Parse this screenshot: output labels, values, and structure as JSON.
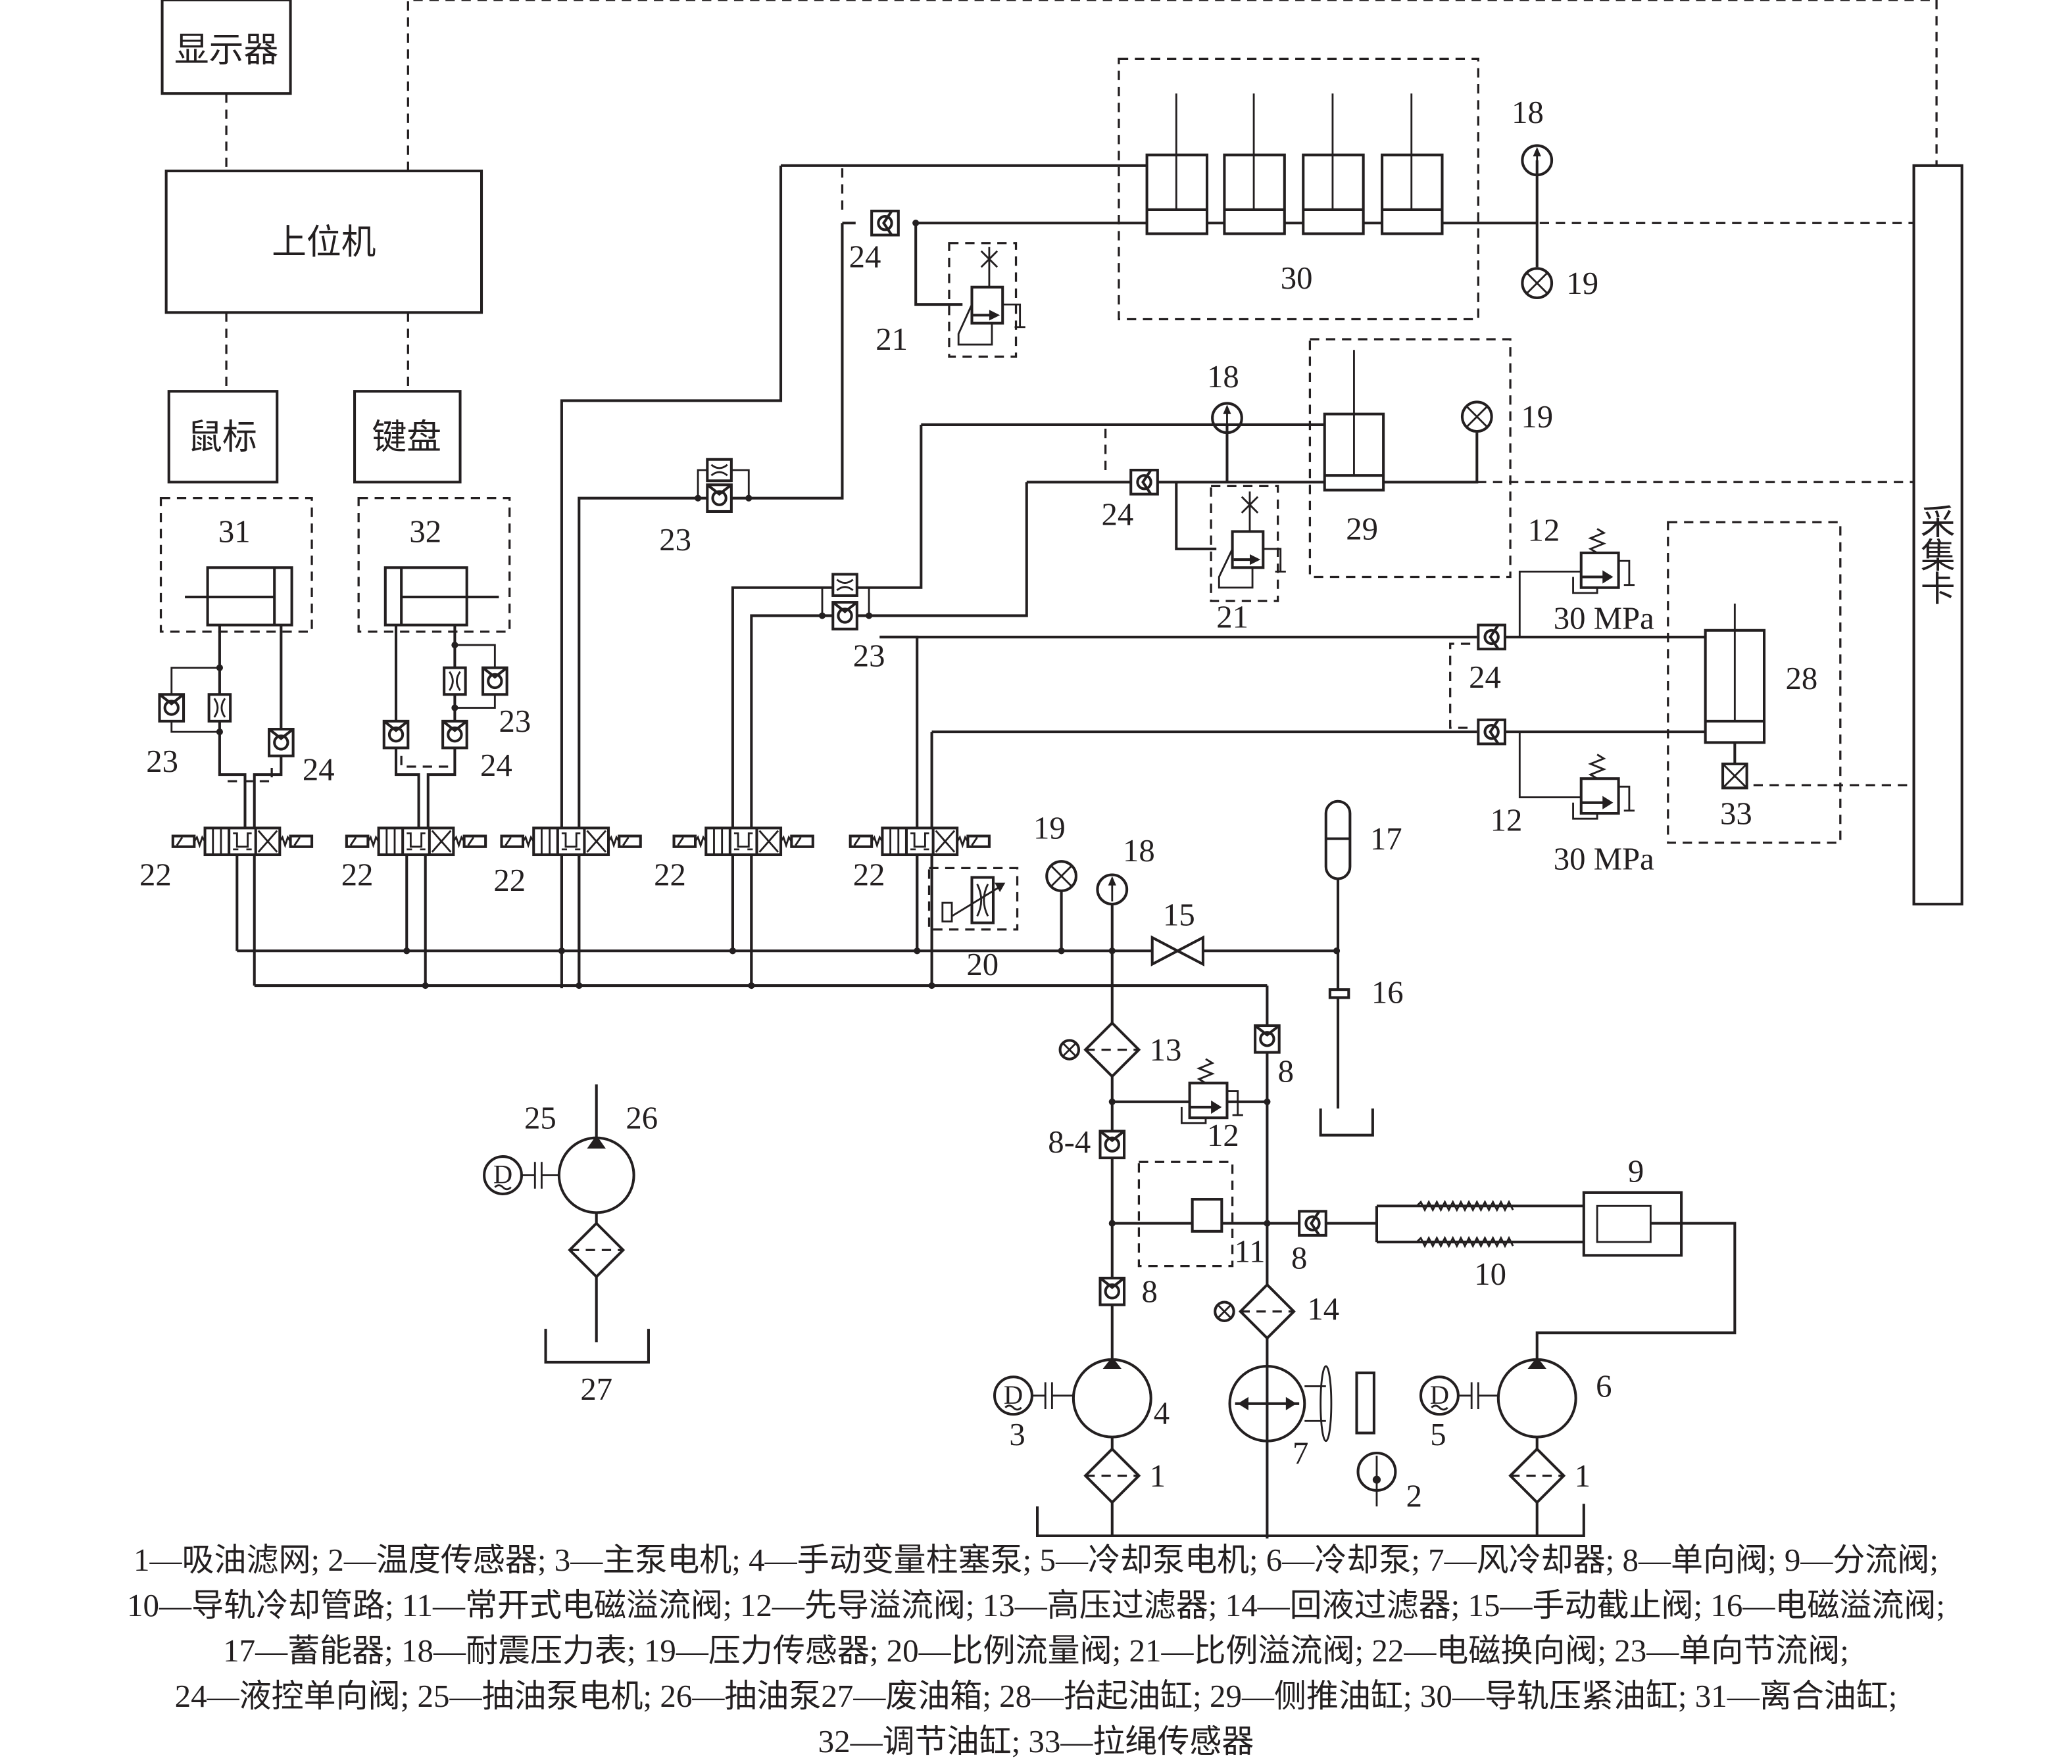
{
  "blocks": {
    "display": "显示器",
    "host_pc": "上位机",
    "mouse": "鼠标",
    "keyboard": "键盘",
    "daq_card": "采集卡"
  },
  "labels": {
    "c30": "30",
    "c29": "29",
    "c28": "28",
    "c31": "31",
    "c32": "32",
    "s33": "33",
    "g18": "18",
    "p19": "19",
    "v24": "24",
    "v21": "21",
    "v23": "23",
    "v22": "22",
    "v12": "12",
    "v20": "20",
    "v15": "15",
    "v16": "16",
    "a17": "17",
    "f13": "13",
    "f14": "14",
    "v8": "8",
    "v84": "8-4",
    "v11": "11",
    "d9": "9",
    "p10": "10",
    "m3": "3",
    "p4": "4",
    "m5": "5",
    "p6": "6",
    "c7": "7",
    "t2": "2",
    "f1": "1",
    "m25": "25",
    "p26": "26",
    "t27": "27",
    "pressure": "30 MPa"
  },
  "caption": [
    "1—吸油滤网; 2—温度传感器; 3—主泵电机; 4—手动变量柱塞泵; 5—冷却泵电机; 6—冷却泵; 7—风冷却器; 8—单向阀; 9—分流阀;",
    "10—导轨冷却管路; 11—常开式电磁溢流阀; 12—先导溢流阀; 13—高压过滤器; 14—回液过滤器; 15—手动截止阀; 16—电磁溢流阀;",
    "17—蓄能器; 18—耐震压力表; 19—压力传感器; 20—比例流量阀; 21—比例溢流阀; 22—电磁换向阀; 23—单向节流阀;",
    "24—液控单向阀; 25—抽油泵电机; 26—抽油泵27—废油箱; 28—抬起油缸; 29—侧推油缸; 30—导轨压紧油缸; 31—离合油缸;",
    "32—调节油缸; 33—拉绳传感器"
  ]
}
